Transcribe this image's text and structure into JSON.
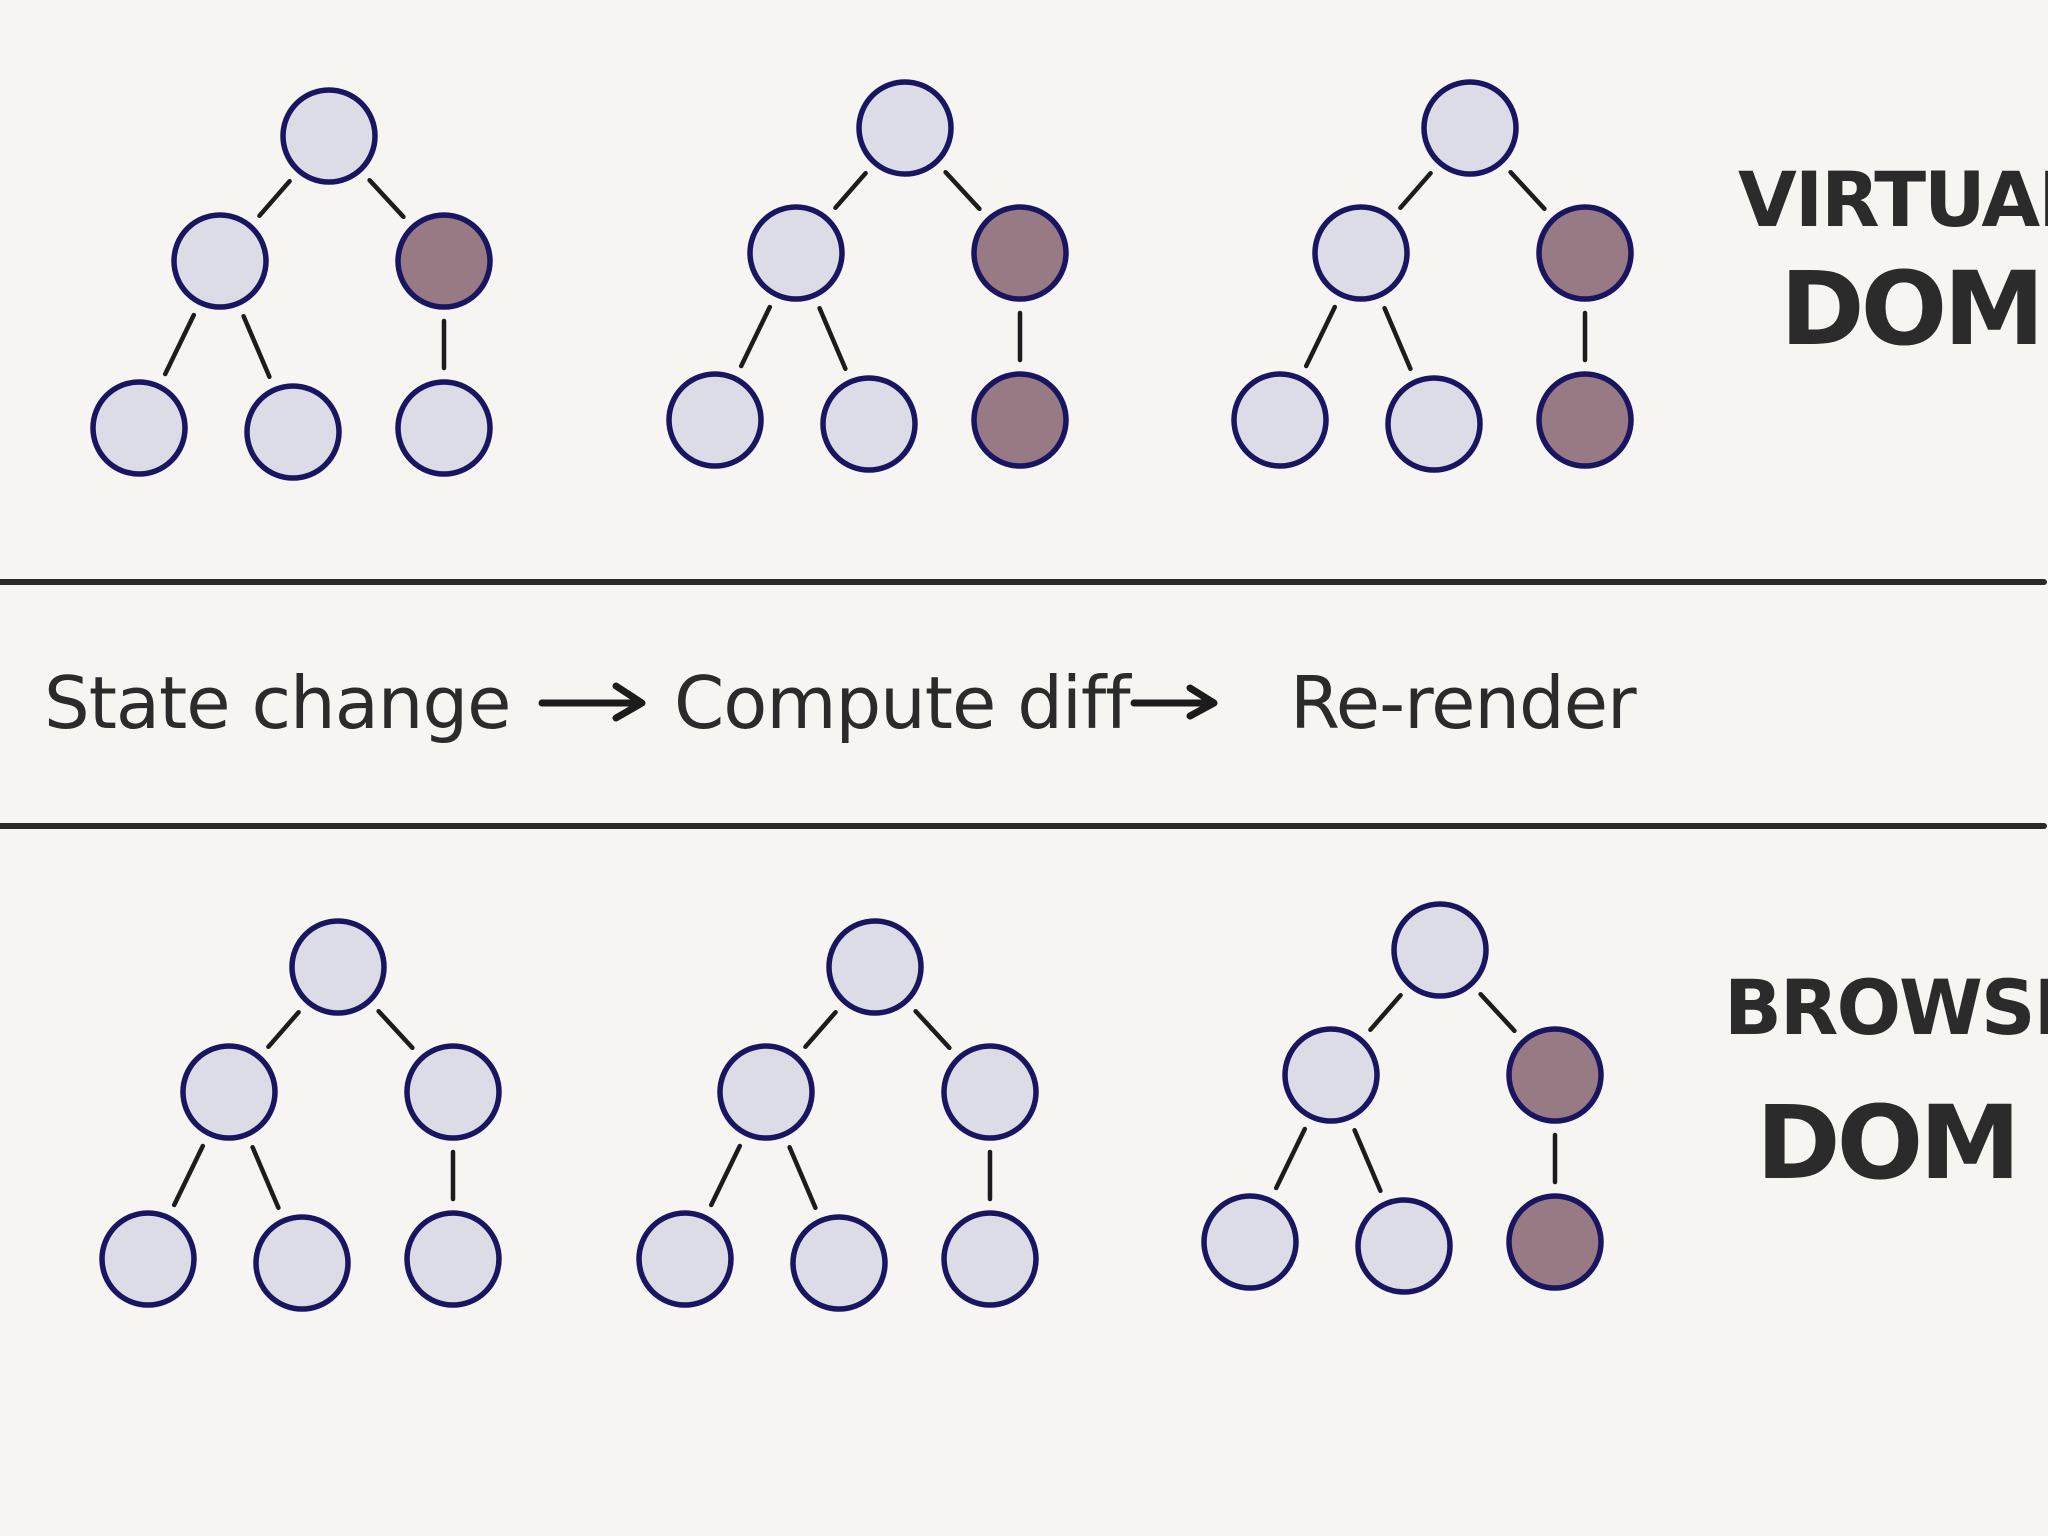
{
  "colors": {
    "background": "#f6f5f1",
    "node_default": "#dcdce6",
    "node_changed": "#977a84",
    "node_stroke": "#1a1560",
    "edge": "#1c1c1c"
  },
  "labels": {
    "virtual_line1": "VIRTUAL",
    "virtual_line2": "DOM",
    "browser_line1": "BROWSER",
    "browser_line2": "DOM"
  },
  "flow": {
    "step1": "State change",
    "step2": "Compute diff",
    "step3": "Re-render"
  },
  "node_order": [
    "root",
    "left",
    "right",
    "left-left",
    "left-right",
    "right-child"
  ],
  "trees": {
    "virtual": [
      {
        "name": "before",
        "changed": [
          "right"
        ]
      },
      {
        "name": "updated",
        "changed": [
          "right",
          "right-child"
        ]
      },
      {
        "name": "diffed",
        "changed": [
          "right",
          "right-child"
        ]
      }
    ],
    "browser": [
      {
        "name": "before",
        "changed": []
      },
      {
        "name": "unchanged",
        "changed": []
      },
      {
        "name": "patched",
        "changed": [
          "right",
          "right-child"
        ]
      }
    ]
  }
}
